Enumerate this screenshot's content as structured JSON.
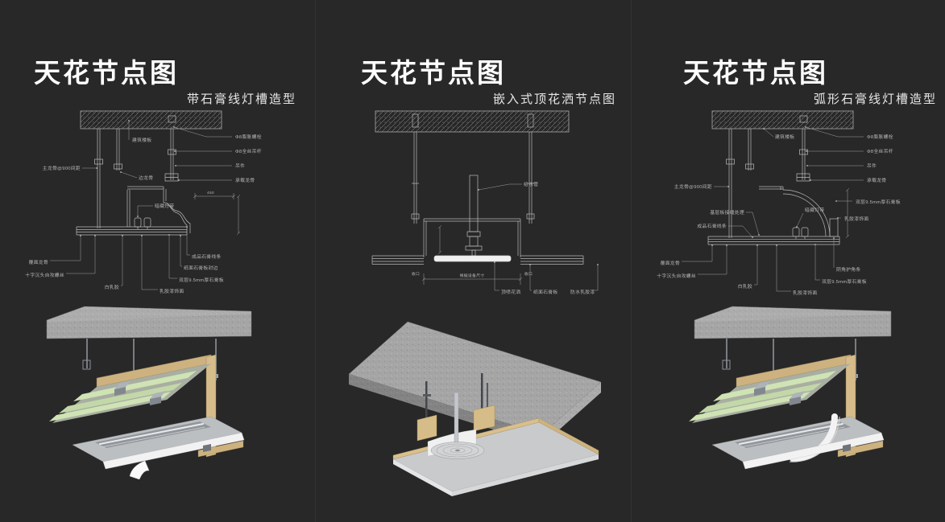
{
  "palette": {
    "background": "#282828",
    "drawing_line": "#b9b9b9",
    "label_text": "#b5b5b5",
    "title_text": "#ffffff",
    "concrete": "#a6a6a6",
    "gypsum_board_green": "#cfe3b4",
    "wood": "#cdb27f",
    "metal": "#9fa4ab",
    "white_gypsum": "#f2f2f2"
  },
  "panels": [
    {
      "title": "天花节点图",
      "subtitle": "带石膏线灯槽造型",
      "labels": {
        "slab": "建筑楼板",
        "spacing": "主龙骨@900间距",
        "bolt": "Φ8膨胀螺栓",
        "rod": "Φ8全丝吊杆",
        "hanger": "吊件",
        "carrier": "承载龙骨",
        "edge_keel": "边龙骨",
        "led": "暗藏灯带",
        "dim_450": "450",
        "cover_keel": "覆面龙骨",
        "screw": "十字沉头自攻螺丝",
        "glue": "白乳胶",
        "paint": "乳胶漆饰面",
        "board": "双层9.5mm厚石膏板",
        "board_edge": "纸面石膏板封边",
        "cornice": "成品石膏线条"
      }
    },
    {
      "title": "天花节点图",
      "subtitle": "嵌入式顶花洒节点图",
      "labels": {
        "pipe": "给水管",
        "dim": "根据设备尺寸",
        "seam_l": "收口",
        "seam_r": "收口",
        "shower": "顶喷花洒",
        "board": "纸面石膏板",
        "paint": "防水乳胶漆"
      }
    },
    {
      "title": "天花节点图",
      "subtitle": "弧形石膏线灯槽造型",
      "labels": {
        "slab": "建筑楼板",
        "spacing": "主龙骨@900间距",
        "bolt": "Φ8膨胀螺栓",
        "rod": "Φ8全丝吊杆",
        "hanger": "吊件",
        "carrier": "承载龙骨",
        "seam": "基层板接缝处理",
        "cornice": "成品石膏线条",
        "led": "暗藏灯带",
        "board_r": "双层9.5mm厚石膏板",
        "paint_r": "乳胶漆饰面",
        "cover_keel": "覆面龙骨",
        "screw": "十字沉头自攻螺丝",
        "glue": "白乳胶",
        "paint": "乳胶漆饰面",
        "board": "双层9.5mm厚石膏板",
        "corner_bead": "阴角护角条"
      }
    }
  ]
}
